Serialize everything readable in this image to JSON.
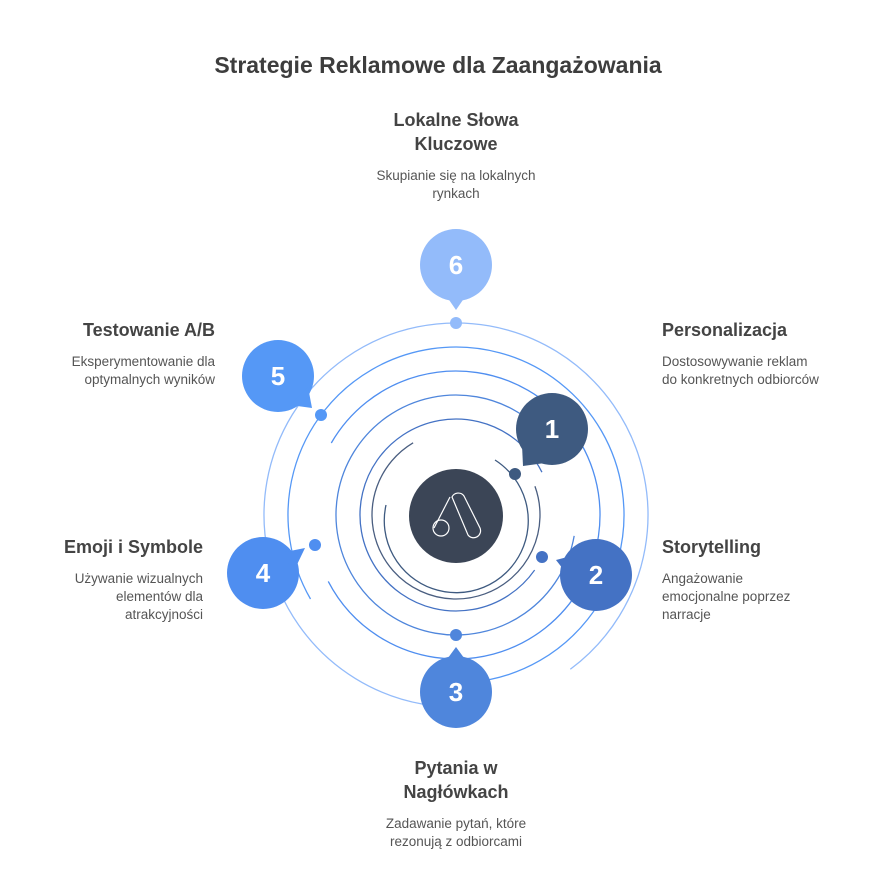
{
  "title": "Strategie Reklamowe dla Zaangażowania",
  "center_icon": "google-ads-logo-icon",
  "colors": {
    "s1": "#3e5a80",
    "s2": "#4472c4",
    "s3": "#4f86dc",
    "s4": "#4f8ef0",
    "s5": "#5598f6",
    "s6": "#93bbfa",
    "center": "#3b4556"
  },
  "items": [
    {
      "num": "1",
      "title": "Personalizacja",
      "desc1": "Dostosowywanie reklam",
      "desc2": "do konkretnych odbiorców"
    },
    {
      "num": "2",
      "title": "Storytelling",
      "desc1": "Angażowanie",
      "desc2": "emocjonalne poprzez",
      "desc3": "narracje"
    },
    {
      "num": "3",
      "title1": "Pytania w",
      "title2": "Nagłówkach",
      "desc1": "Zadawanie pytań, które",
      "desc2": "rezonują z odbiorcami"
    },
    {
      "num": "4",
      "title": "Emoji i Symbole",
      "desc1": "Używanie wizualnych",
      "desc2": "elementów dla",
      "desc3": "atrakcyjności"
    },
    {
      "num": "5",
      "title": "Testowanie A/B",
      "desc1": "Eksperymentowanie dla",
      "desc2": "optymalnych wyników"
    },
    {
      "num": "6",
      "title1": "Lokalne Słowa",
      "title2": "Kluczowe",
      "desc1": "Skupianie się na lokalnych",
      "desc2": "rynkach"
    }
  ]
}
